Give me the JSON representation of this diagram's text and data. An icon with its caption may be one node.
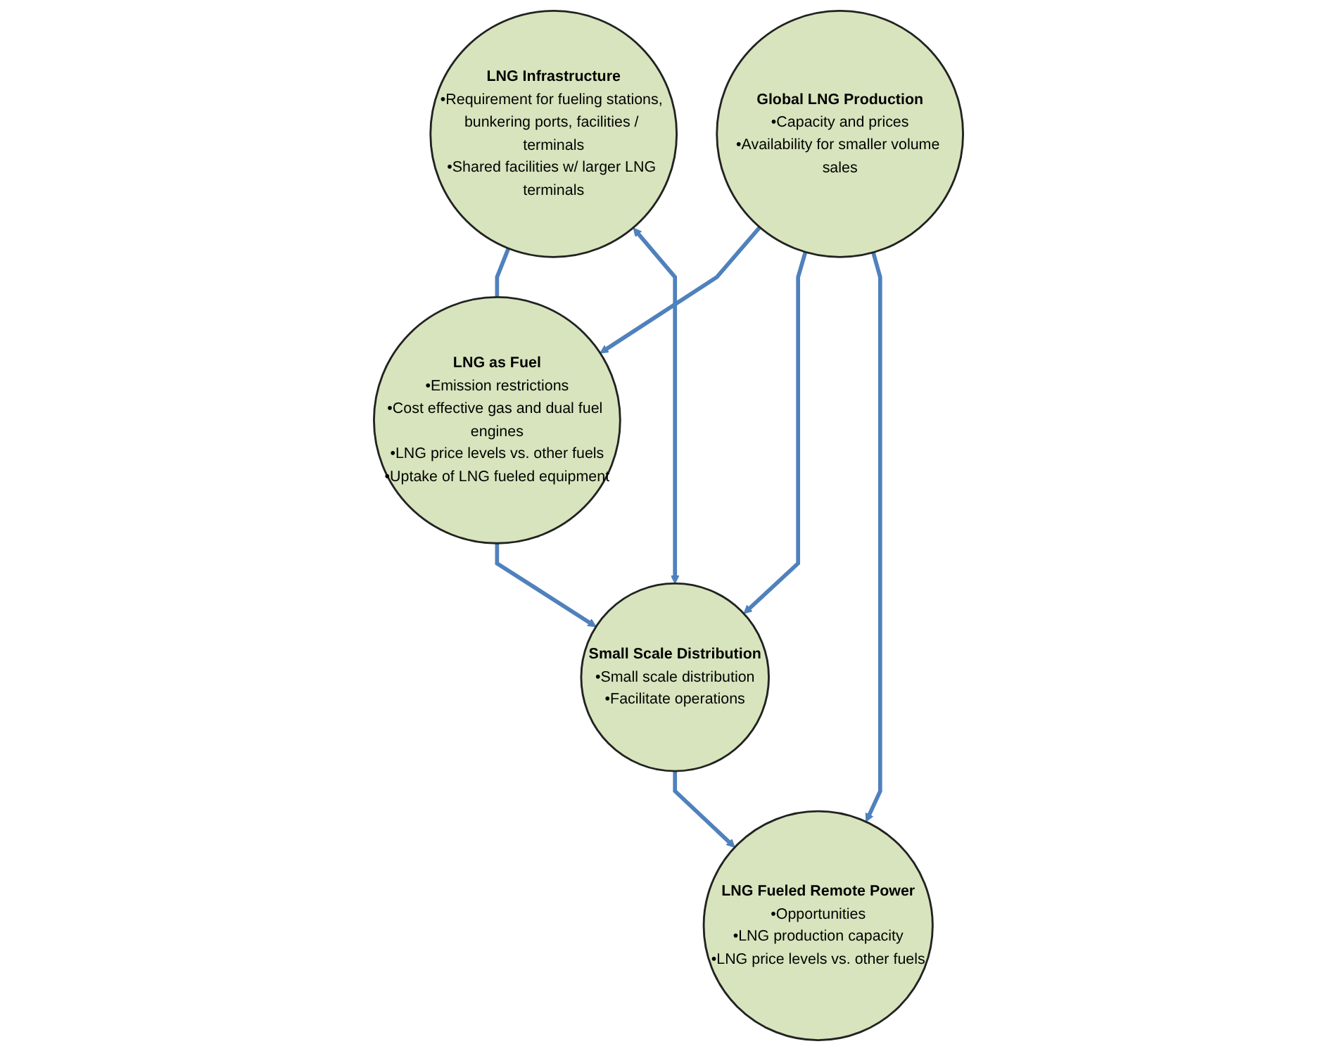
{
  "diagram": {
    "nodes": [
      {
        "text": [
          "LNG Infrastructure",
          "•Requirement for fueling stations, bunkering ports, facilities / terminals",
          "•Shared facilities w/ larger LNG terminals"
        ]
      },
      {
        "text": [
          "Global LNG Production",
          "•Capacity and prices",
          "•Availability for smaller volume sales"
        ]
      },
      {
        "text": [
          "LNG as Fuel",
          "•Emission restrictions",
          "•Cost effective gas and dual fuel engines",
          "•LNG price levels vs. other fuels",
          "•Uptake of LNG fueled equipment"
        ]
      },
      {
        "text": [
          "Small Scale Distribution",
          "•Small scale distribution",
          "•Facilitate operations"
        ]
      },
      {
        "text": [
          "LNG Fueled Remote Power",
          "•Opportunities",
          "•LNG production capacity",
          "•LNG price levels vs. other fuels"
        ]
      }
    ],
    "edges": [
      {
        "from": 0,
        "to": 2,
        "arrow": "none"
      },
      {
        "from": 0,
        "to": 3,
        "arrow": "both"
      },
      {
        "from": 1,
        "to": 2,
        "arrow": "to"
      },
      {
        "from": 1,
        "to": 3,
        "arrow": "to"
      },
      {
        "from": 1,
        "to": 4,
        "arrow": "to"
      },
      {
        "from": 2,
        "to": 3,
        "arrow": "to"
      },
      {
        "from": 3,
        "to": 4,
        "arrow": "to"
      }
    ]
  }
}
